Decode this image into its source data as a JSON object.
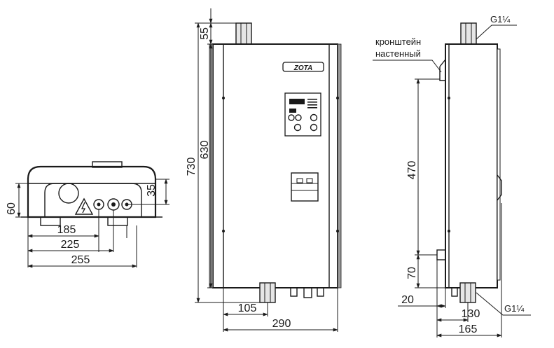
{
  "front_view": {
    "logo": "ZOTA",
    "dims": {
      "total_height": "730",
      "body_height": "630",
      "pipe_height": "55",
      "pipe_offset": "105",
      "width": "290"
    }
  },
  "bottom_view": {
    "dims": {
      "pipe_depth": "35",
      "height": "60",
      "d185": "185",
      "d225": "225",
      "width": "255"
    }
  },
  "side_view": {
    "bracket_label_line1": "кронштейн",
    "bracket_label_line2": "настенный",
    "top_thread": "G1¼",
    "bottom_thread": "G1¼",
    "dims": {
      "bracket_span": "470",
      "bottom_bracket": "70",
      "offset": "20",
      "pipe_offset": "130",
      "depth": "165"
    }
  }
}
